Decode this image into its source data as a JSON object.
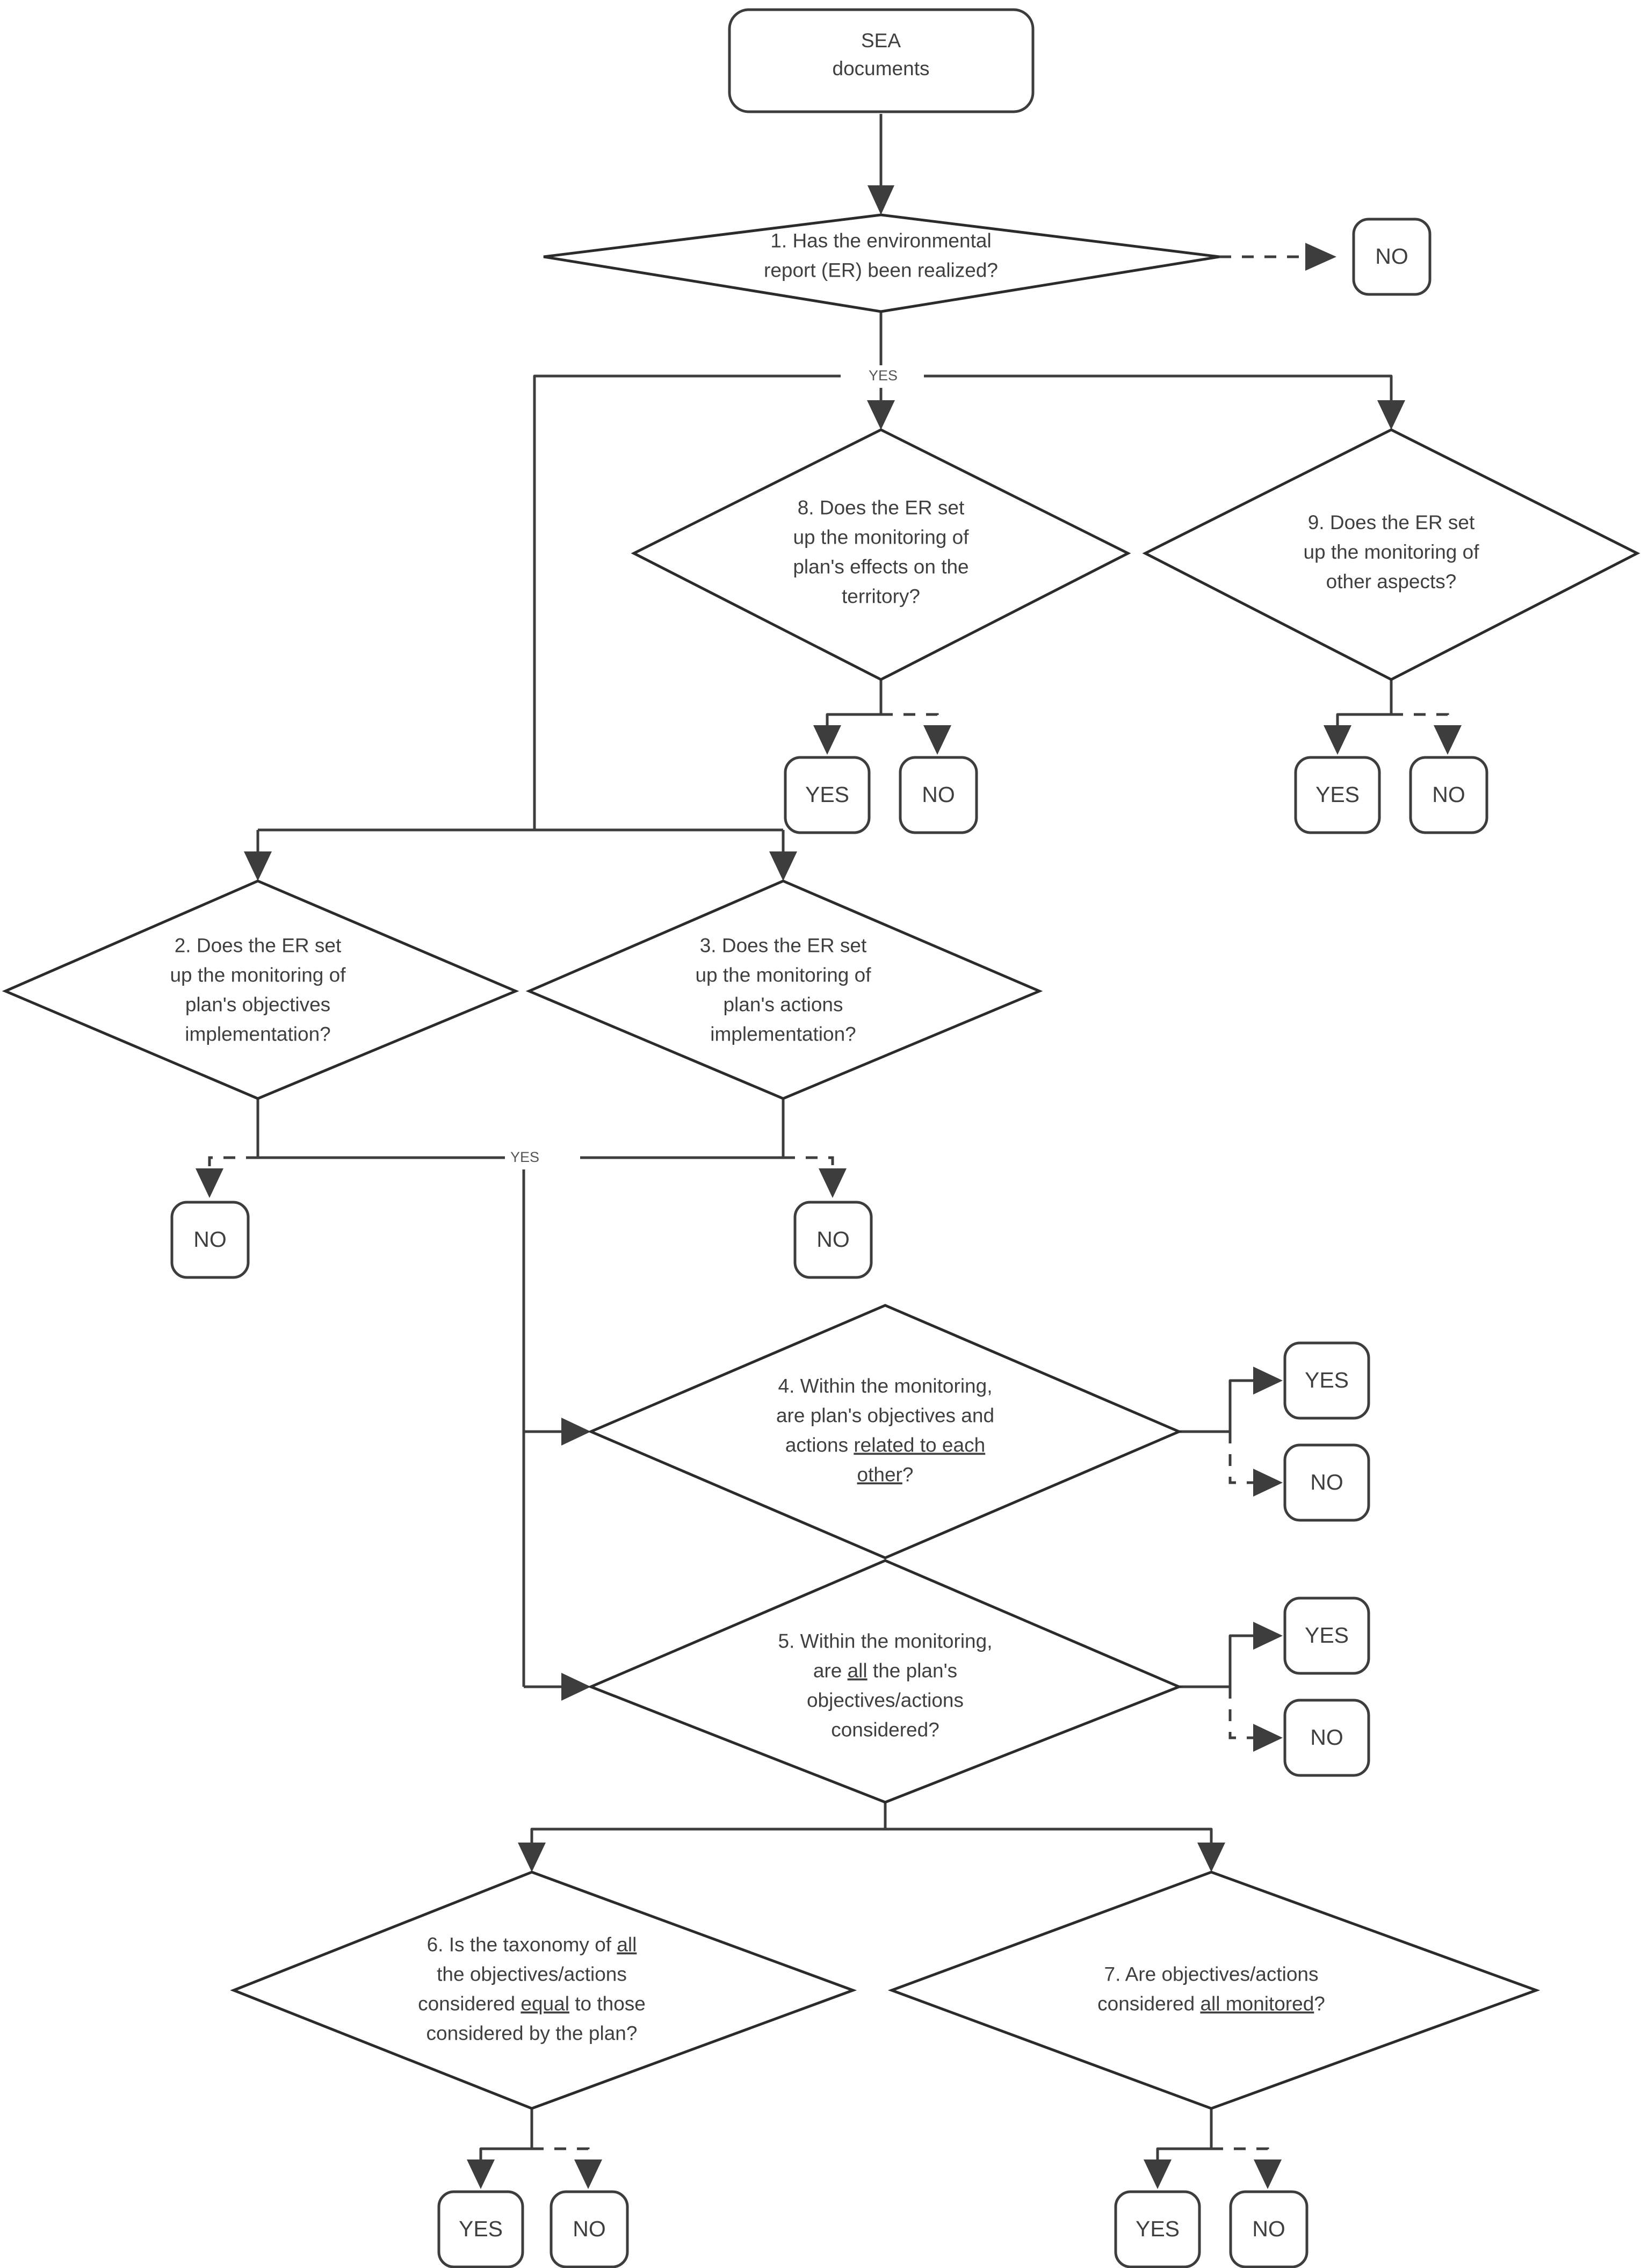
{
  "diagram": {
    "title": "SEA documents monitoring assessment flowchart",
    "colors": {
      "stroke": "#3d3d3d",
      "diamond_stroke": "#2b2b2b",
      "text": "#3f3f3f",
      "edge_label": "#555555",
      "background": "#ffffff"
    },
    "start": {
      "id": "start",
      "label_line1": "SEA",
      "label_line2": "documents"
    },
    "questions": [
      {
        "id": "q1",
        "number": "1.",
        "lines": [
          [
            {
              "t": "1. Has the environmental",
              "u": false
            }
          ],
          [
            {
              "t": "report (ER) been realized?",
              "u": false
            }
          ]
        ],
        "plain": "1. Has the environmental report (ER) been realized?"
      },
      {
        "id": "q8",
        "number": "8.",
        "lines": [
          [
            {
              "t": "8. Does the ER set",
              "u": false
            }
          ],
          [
            {
              "t": "up the monitoring of",
              "u": false
            }
          ],
          [
            {
              "t": "plan's effects on the",
              "u": false
            }
          ],
          [
            {
              "t": "territory?",
              "u": false
            }
          ]
        ],
        "plain": "8. Does the ER set up the monitoring of plan's effects on the territory?"
      },
      {
        "id": "q9",
        "number": "9.",
        "lines": [
          [
            {
              "t": "9. Does the ER set",
              "u": false
            }
          ],
          [
            {
              "t": "up the monitoring of",
              "u": false
            }
          ],
          [
            {
              "t": "other aspects?",
              "u": false
            }
          ]
        ],
        "plain": "9. Does the ER set up the monitoring of other aspects?"
      },
      {
        "id": "q2",
        "number": "2.",
        "lines": [
          [
            {
              "t": "2. Does the ER set",
              "u": false
            }
          ],
          [
            {
              "t": "up the monitoring of",
              "u": false
            }
          ],
          [
            {
              "t": "plan's objectives",
              "u": false
            }
          ],
          [
            {
              "t": "implementation?",
              "u": false
            }
          ]
        ],
        "plain": "2. Does the ER set up the monitoring of plan's objectives implementation?"
      },
      {
        "id": "q3",
        "number": "3.",
        "lines": [
          [
            {
              "t": "3. Does the ER set",
              "u": false
            }
          ],
          [
            {
              "t": "up the monitoring of",
              "u": false
            }
          ],
          [
            {
              "t": "plan's actions",
              "u": false
            }
          ],
          [
            {
              "t": "implementation?",
              "u": false
            }
          ]
        ],
        "plain": "3. Does the ER set up the monitoring of plan's actions implementation?"
      },
      {
        "id": "q4",
        "number": "4.",
        "lines": [
          [
            {
              "t": "4. Within the monitoring,",
              "u": false
            }
          ],
          [
            {
              "t": "are plan's objectives and",
              "u": false
            }
          ],
          [
            {
              "t": "actions ",
              "u": false
            },
            {
              "t": "related to each",
              "u": true
            }
          ],
          [
            {
              "t": "other",
              "u": true
            },
            {
              "t": "?",
              "u": false
            }
          ]
        ],
        "plain": "4. Within the monitoring, are plan's objectives and actions related to each other?"
      },
      {
        "id": "q5",
        "number": "5.",
        "lines": [
          [
            {
              "t": "5. Within the monitoring,",
              "u": false
            }
          ],
          [
            {
              "t": "are ",
              "u": false
            },
            {
              "t": "all",
              "u": true
            },
            {
              "t": " the plan's",
              "u": false
            }
          ],
          [
            {
              "t": "objectives/actions",
              "u": false
            }
          ],
          [
            {
              "t": "considered?",
              "u": false
            }
          ]
        ],
        "plain": "5. Within the monitoring, are all the plan's objectives/actions considered?"
      },
      {
        "id": "q6",
        "number": "6.",
        "lines": [
          [
            {
              "t": "6. Is the taxonomy of ",
              "u": false
            },
            {
              "t": "all",
              "u": true
            }
          ],
          [
            {
              "t": "the  objectives/actions",
              "u": false
            }
          ],
          [
            {
              "t": "considered ",
              "u": false
            },
            {
              "t": "equal",
              "u": true
            },
            {
              "t": " to those",
              "u": false
            }
          ],
          [
            {
              "t": "considered by the plan?",
              "u": false
            }
          ]
        ],
        "plain": "6. Is the taxonomy of all the objectives/actions considered equal to those considered by the plan?"
      },
      {
        "id": "q7",
        "number": "7.",
        "lines": [
          [
            {
              "t": "7. Are objectives/actions",
              "u": false
            }
          ],
          [
            {
              "t": "considered ",
              "u": false
            },
            {
              "t": "all monitored",
              "u": true
            },
            {
              "t": "?",
              "u": false
            }
          ]
        ],
        "plain": "7. Are objectives/actions considered all monitored?"
      }
    ],
    "terminals": [
      {
        "id": "t-q1-no",
        "label": "NO",
        "source": "q1",
        "branch": "no"
      },
      {
        "id": "t-q8-yes",
        "label": "YES",
        "source": "q8",
        "branch": "yes"
      },
      {
        "id": "t-q8-no",
        "label": "NO",
        "source": "q8",
        "branch": "no"
      },
      {
        "id": "t-q9-yes",
        "label": "YES",
        "source": "q9",
        "branch": "yes"
      },
      {
        "id": "t-q9-no",
        "label": "NO",
        "source": "q9",
        "branch": "no"
      },
      {
        "id": "t-q2-no",
        "label": "NO",
        "source": "q2",
        "branch": "no"
      },
      {
        "id": "t-q3-no",
        "label": "NO",
        "source": "q3",
        "branch": "no"
      },
      {
        "id": "t-q4-yes",
        "label": "YES",
        "source": "q4",
        "branch": "yes"
      },
      {
        "id": "t-q4-no",
        "label": "NO",
        "source": "q4",
        "branch": "no"
      },
      {
        "id": "t-q5-yes",
        "label": "YES",
        "source": "q5",
        "branch": "yes"
      },
      {
        "id": "t-q5-no",
        "label": "NO",
        "source": "q5",
        "branch": "no"
      },
      {
        "id": "t-q6-yes",
        "label": "YES",
        "source": "q6",
        "branch": "yes"
      },
      {
        "id": "t-q6-no",
        "label": "NO",
        "source": "q6",
        "branch": "no"
      },
      {
        "id": "t-q7-yes",
        "label": "YES",
        "source": "q7",
        "branch": "yes"
      },
      {
        "id": "t-q7-no",
        "label": "NO",
        "source": "q7",
        "branch": "no"
      }
    ],
    "edge_labels": [
      {
        "id": "lbl-q1-yes",
        "text": "YES"
      },
      {
        "id": "lbl-q23-yes",
        "text": "YES"
      }
    ]
  }
}
